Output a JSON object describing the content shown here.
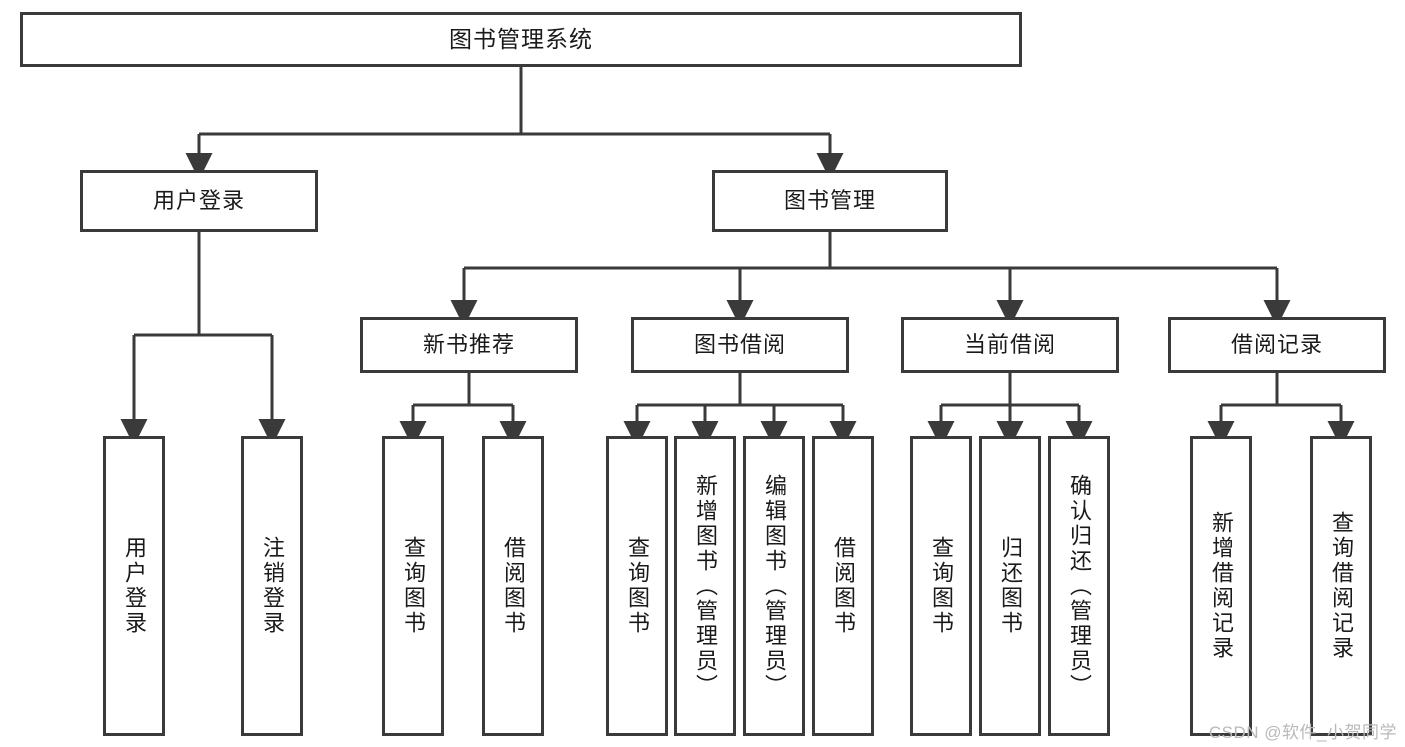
{
  "diagram": {
    "title": "图书管理系统",
    "type": "tree-hierarchy-chart",
    "colors": {
      "box_border": "#3a3a3a",
      "box_fill": "#ffffff",
      "edge": "#3a3a3a",
      "text": "#1a1a1a",
      "watermark": "#b9b9b9"
    },
    "root": {
      "label": "图书管理系统"
    },
    "level2": [
      {
        "id": "user-login",
        "label": "用户登录"
      },
      {
        "id": "book-management",
        "label": "图书管理"
      }
    ],
    "level3": [
      {
        "id": "new-book-recommend",
        "label": "新书推荐"
      },
      {
        "id": "book-borrow",
        "label": "图书借阅"
      },
      {
        "id": "current-borrow",
        "label": "当前借阅"
      },
      {
        "id": "borrow-record",
        "label": "借阅记录"
      }
    ],
    "leaves": {
      "user_login": [
        {
          "id": "leaf-user-login",
          "label": "用户登录"
        },
        {
          "id": "leaf-logout-login",
          "label": "注销登录"
        }
      ],
      "new_book_recommend": [
        {
          "id": "leaf-query-book-1",
          "label": "查询图书"
        },
        {
          "id": "leaf-borrow-book-1",
          "label": "借阅图书"
        }
      ],
      "book_borrow": [
        {
          "id": "leaf-query-book-2",
          "label": "查询图书"
        },
        {
          "id": "leaf-add-book",
          "label": "新增图书（管理员）"
        },
        {
          "id": "leaf-edit-book",
          "label": "编辑图书（管理员）"
        },
        {
          "id": "leaf-borrow-book-2",
          "label": "借阅图书"
        }
      ],
      "current_borrow": [
        {
          "id": "leaf-query-book-3",
          "label": "查询图书"
        },
        {
          "id": "leaf-return-book",
          "label": "归还图书"
        },
        {
          "id": "leaf-confirm-return",
          "label": "确认归还（管理员）"
        }
      ],
      "borrow_record": [
        {
          "id": "leaf-add-record",
          "label": "新增借阅记录"
        },
        {
          "id": "leaf-query-record",
          "label": "查询借阅记录"
        }
      ]
    }
  },
  "watermark": {
    "text": "CSDN @软件_小贺同学"
  }
}
